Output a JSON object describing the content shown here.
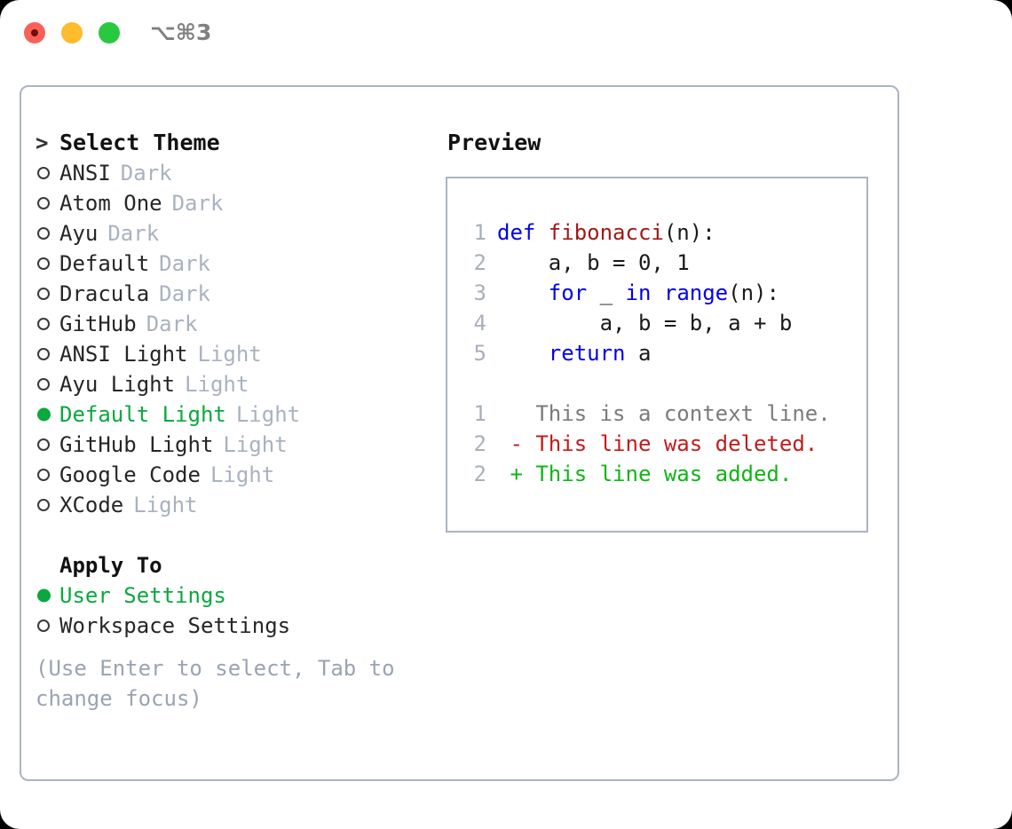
{
  "titlebar": {
    "shortcut": "⌥⌘3",
    "lights": [
      "close-light",
      "minimize-light",
      "zoom-light"
    ]
  },
  "theme_picker": {
    "header_marker": ">",
    "header_label": "Select Theme",
    "items": [
      {
        "marker": "○",
        "label": "ANSI",
        "tag": "Dark",
        "selected": false
      },
      {
        "marker": "○",
        "label": "Atom One",
        "tag": "Dark",
        "selected": false
      },
      {
        "marker": "○",
        "label": "Ayu",
        "tag": "Dark",
        "selected": false
      },
      {
        "marker": "○",
        "label": "Default",
        "tag": "Dark",
        "selected": false
      },
      {
        "marker": "○",
        "label": "Dracula",
        "tag": "Dark",
        "selected": false
      },
      {
        "marker": "○",
        "label": "GitHub",
        "tag": "Dark",
        "selected": false
      },
      {
        "marker": "○",
        "label": "ANSI Light",
        "tag": "Light",
        "selected": false
      },
      {
        "marker": "○",
        "label": "Ayu Light",
        "tag": "Light",
        "selected": false
      },
      {
        "marker": "●",
        "label": "Default Light",
        "tag": "Light",
        "selected": true
      },
      {
        "marker": "○",
        "label": "GitHub Light",
        "tag": "Light",
        "selected": false
      },
      {
        "marker": "○",
        "label": "Google Code",
        "tag": "Light",
        "selected": false
      },
      {
        "marker": "○",
        "label": "XCode",
        "tag": "Light",
        "selected": false
      }
    ]
  },
  "apply_to": {
    "title": "Apply To",
    "options": [
      {
        "marker": "●",
        "label": "User Settings",
        "selected": true
      },
      {
        "marker": "○",
        "label": "Workspace Settings",
        "selected": false
      }
    ]
  },
  "hint": "(Use Enter to select, Tab to change focus)",
  "preview": {
    "title": "Preview",
    "code_lines": [
      {
        "num": "1",
        "segments": [
          {
            "text": "def ",
            "kind": "kw"
          },
          {
            "text": "fibonacci",
            "kind": "fn"
          },
          {
            "text": "(n):",
            "kind": "pl"
          }
        ]
      },
      {
        "num": "2",
        "segments": [
          {
            "text": "    a, b = 0, 1",
            "kind": "pl"
          }
        ]
      },
      {
        "num": "3",
        "segments": [
          {
            "text": "    ",
            "kind": "pl"
          },
          {
            "text": "for",
            "kind": "kw"
          },
          {
            "text": " _ ",
            "kind": "pl"
          },
          {
            "text": "in",
            "kind": "kw"
          },
          {
            "text": " ",
            "kind": "pl"
          },
          {
            "text": "range",
            "kind": "kw"
          },
          {
            "text": "(n):",
            "kind": "pl"
          }
        ]
      },
      {
        "num": "4",
        "segments": [
          {
            "text": "        a, b = b, a + b",
            "kind": "pl"
          }
        ]
      },
      {
        "num": "5",
        "segments": [
          {
            "text": "    ",
            "kind": "pl"
          },
          {
            "text": "return",
            "kind": "kw"
          },
          {
            "text": " a",
            "kind": "pl"
          }
        ]
      }
    ],
    "diff_lines": [
      {
        "num": "1",
        "segments": [
          {
            "text": "   This is a context line.",
            "kind": "ctx"
          }
        ]
      },
      {
        "num": "2",
        "segments": [
          {
            "text": " - This line was deleted.",
            "kind": "del"
          }
        ]
      },
      {
        "num": "2",
        "segments": [
          {
            "text": " + This line was added.",
            "kind": "add"
          }
        ]
      }
    ]
  },
  "colors": {
    "selected_green": "#0aa83f",
    "tag_grey": "#a9b2bf",
    "hint_grey": "#9aa4b2",
    "border": "#aab4c2",
    "keyword_blue": "#0000ee",
    "function_red": "#a21818",
    "diff_delete": "#c41b1b",
    "diff_add": "#10b515",
    "line_number": "#a8b0bb"
  }
}
